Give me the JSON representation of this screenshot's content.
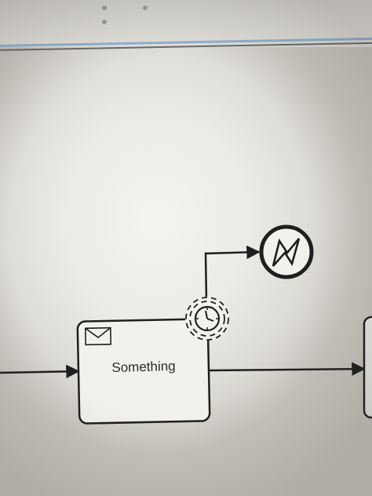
{
  "diagram": {
    "task": {
      "label": "Something",
      "marker_icon": "envelope-icon"
    },
    "boundary_event": {
      "type": "non-interrupting-timer",
      "icon": "clock-icon"
    },
    "end_event": {
      "type": "error",
      "icon": "lightning-icon"
    },
    "colors": {
      "stroke": "#1f1f1f",
      "divider_accent": "#8fb1cf"
    }
  }
}
